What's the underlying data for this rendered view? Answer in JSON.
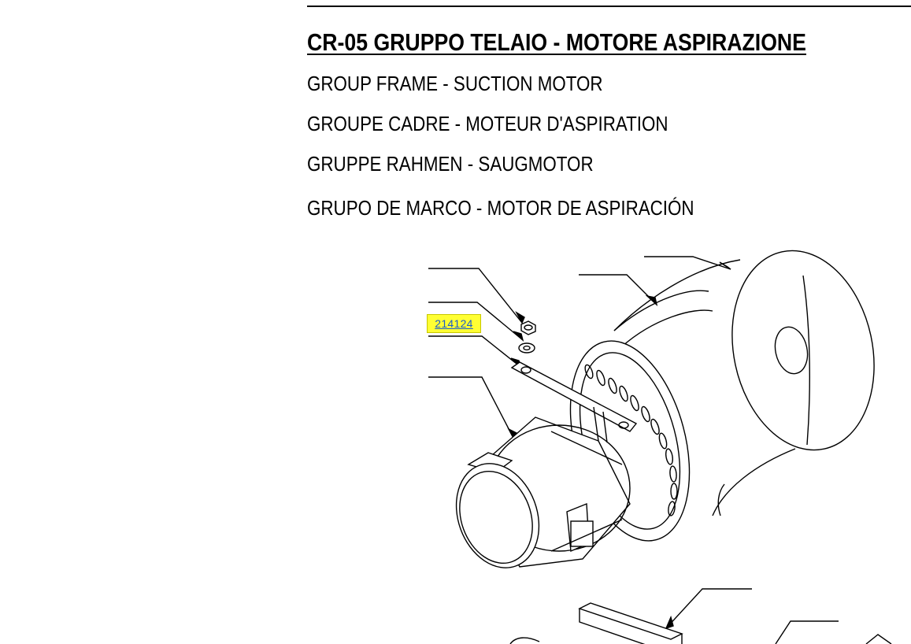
{
  "header": {
    "title": "CR-05 GRUPPO TELAIO - MOTORE ASPIRAZIONE",
    "subtitles": [
      "GROUP FRAME - SUCTION MOTOR",
      "GROUPE CADRE - MOTEUR D'ASPIRATION",
      "GRUPPE RAHMEN - SAUGMOTOR",
      "GRUPO DE MARCO - MOTOR DE ASPIRACIÓN"
    ]
  },
  "drawing": {
    "part_number": "214124",
    "highlight_color": "#ffff33",
    "link_color": "#1a5ccc"
  }
}
